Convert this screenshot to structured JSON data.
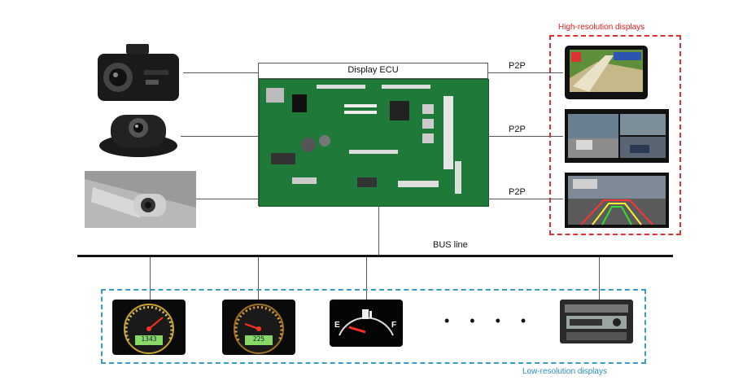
{
  "ecu": {
    "label": "Display ECU"
  },
  "links": {
    "p2p_1": "P2P",
    "p2p_2": "P2P",
    "p2p_3": "P2P"
  },
  "bus": {
    "label": "BUS line"
  },
  "high_res": {
    "label": "High-resolution displays"
  },
  "low_res": {
    "label": "Low-resolution displays",
    "ellipsis": "• • • •",
    "fuel_e": "E",
    "fuel_f": "F",
    "gauge1_readout": "1343",
    "gauge2_readout": "225"
  },
  "colors": {
    "high_res_border": "#e03030",
    "low_res_border": "#3a9cc4",
    "pcb": "#1f7a3a"
  }
}
